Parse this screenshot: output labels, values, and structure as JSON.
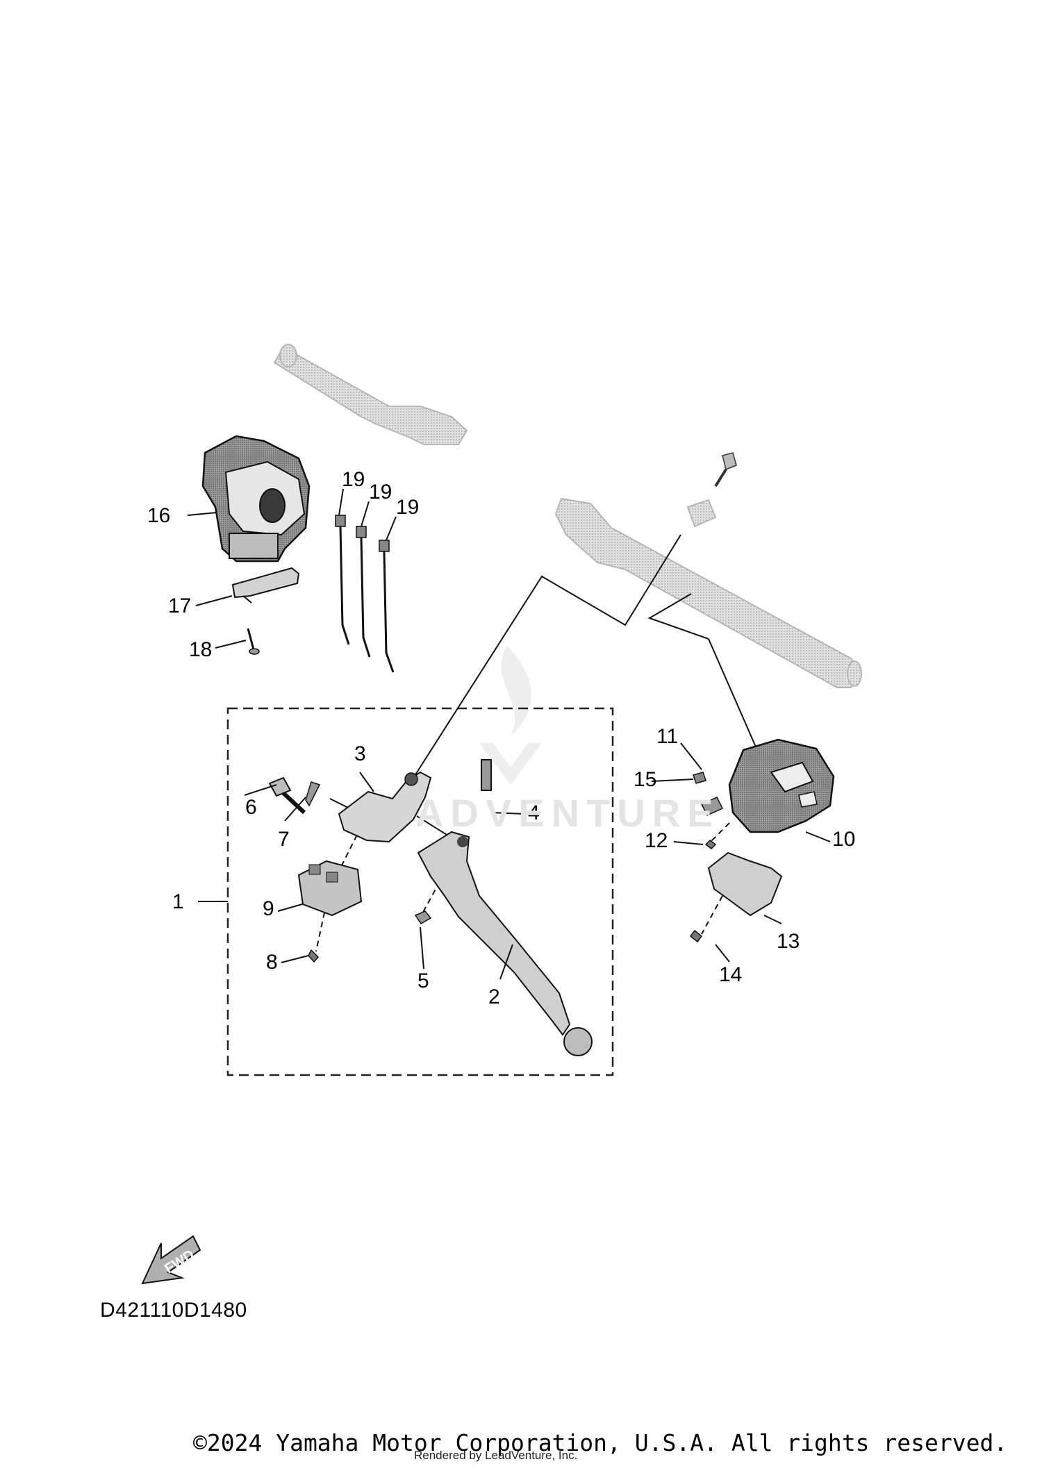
{
  "diagram": {
    "callouts": [
      {
        "id": "c1",
        "label": "1"
      },
      {
        "id": "c2",
        "label": "2"
      },
      {
        "id": "c3",
        "label": "3"
      },
      {
        "id": "c4",
        "label": "4"
      },
      {
        "id": "c5",
        "label": "5"
      },
      {
        "id": "c6",
        "label": "6"
      },
      {
        "id": "c7",
        "label": "7"
      },
      {
        "id": "c8",
        "label": "8"
      },
      {
        "id": "c9",
        "label": "9"
      },
      {
        "id": "c10",
        "label": "10"
      },
      {
        "id": "c11",
        "label": "11"
      },
      {
        "id": "c12",
        "label": "12"
      },
      {
        "id": "c13",
        "label": "13"
      },
      {
        "id": "c14",
        "label": "14"
      },
      {
        "id": "c15",
        "label": "15"
      },
      {
        "id": "c16",
        "label": "16"
      },
      {
        "id": "c17",
        "label": "17"
      },
      {
        "id": "c18",
        "label": "18"
      },
      {
        "id": "c19a",
        "label": "19"
      },
      {
        "id": "c19b",
        "label": "19"
      },
      {
        "id": "c19c",
        "label": "19"
      }
    ],
    "direction_arrow": "FWD",
    "reference_code": "D421110D1480"
  },
  "watermark": "ADVENTURE",
  "footer": {
    "copyright": "©2024 Yamaha Motor Corporation, U.S.A. All rights reserved.",
    "rendered_by": "Rendered by LeadVenture, Inc."
  },
  "colors": {
    "line": "#000000",
    "part_fill": "#d9d9d9",
    "part_shade": "#a8a8a8",
    "part_dark": "#6e6e6e",
    "watermark": "#e6e6e6"
  }
}
